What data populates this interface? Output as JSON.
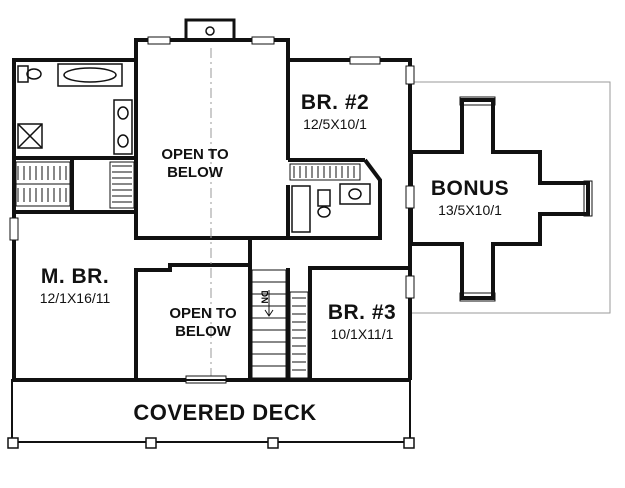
{
  "rooms": {
    "br2": {
      "name": "BR. #2",
      "dims": "12/5X10/1"
    },
    "bonus": {
      "name": "BONUS",
      "dims": "13/5X10/1"
    },
    "mbr": {
      "name": "M. BR.",
      "dims": "12/1X16/11"
    },
    "br3": {
      "name": "BR. #3",
      "dims": "10/1X11/1"
    },
    "open_upper": {
      "line1": "OPEN TO",
      "line2": "BELOW"
    },
    "open_lower": {
      "line1": "OPEN TO",
      "line2": "BELOW"
    },
    "deck": {
      "name": "COVERED DECK"
    }
  },
  "stair": {
    "label": "DN"
  },
  "colors": {
    "wall": "#111111",
    "background": "#ffffff",
    "dashed": "#9a9a9a"
  }
}
